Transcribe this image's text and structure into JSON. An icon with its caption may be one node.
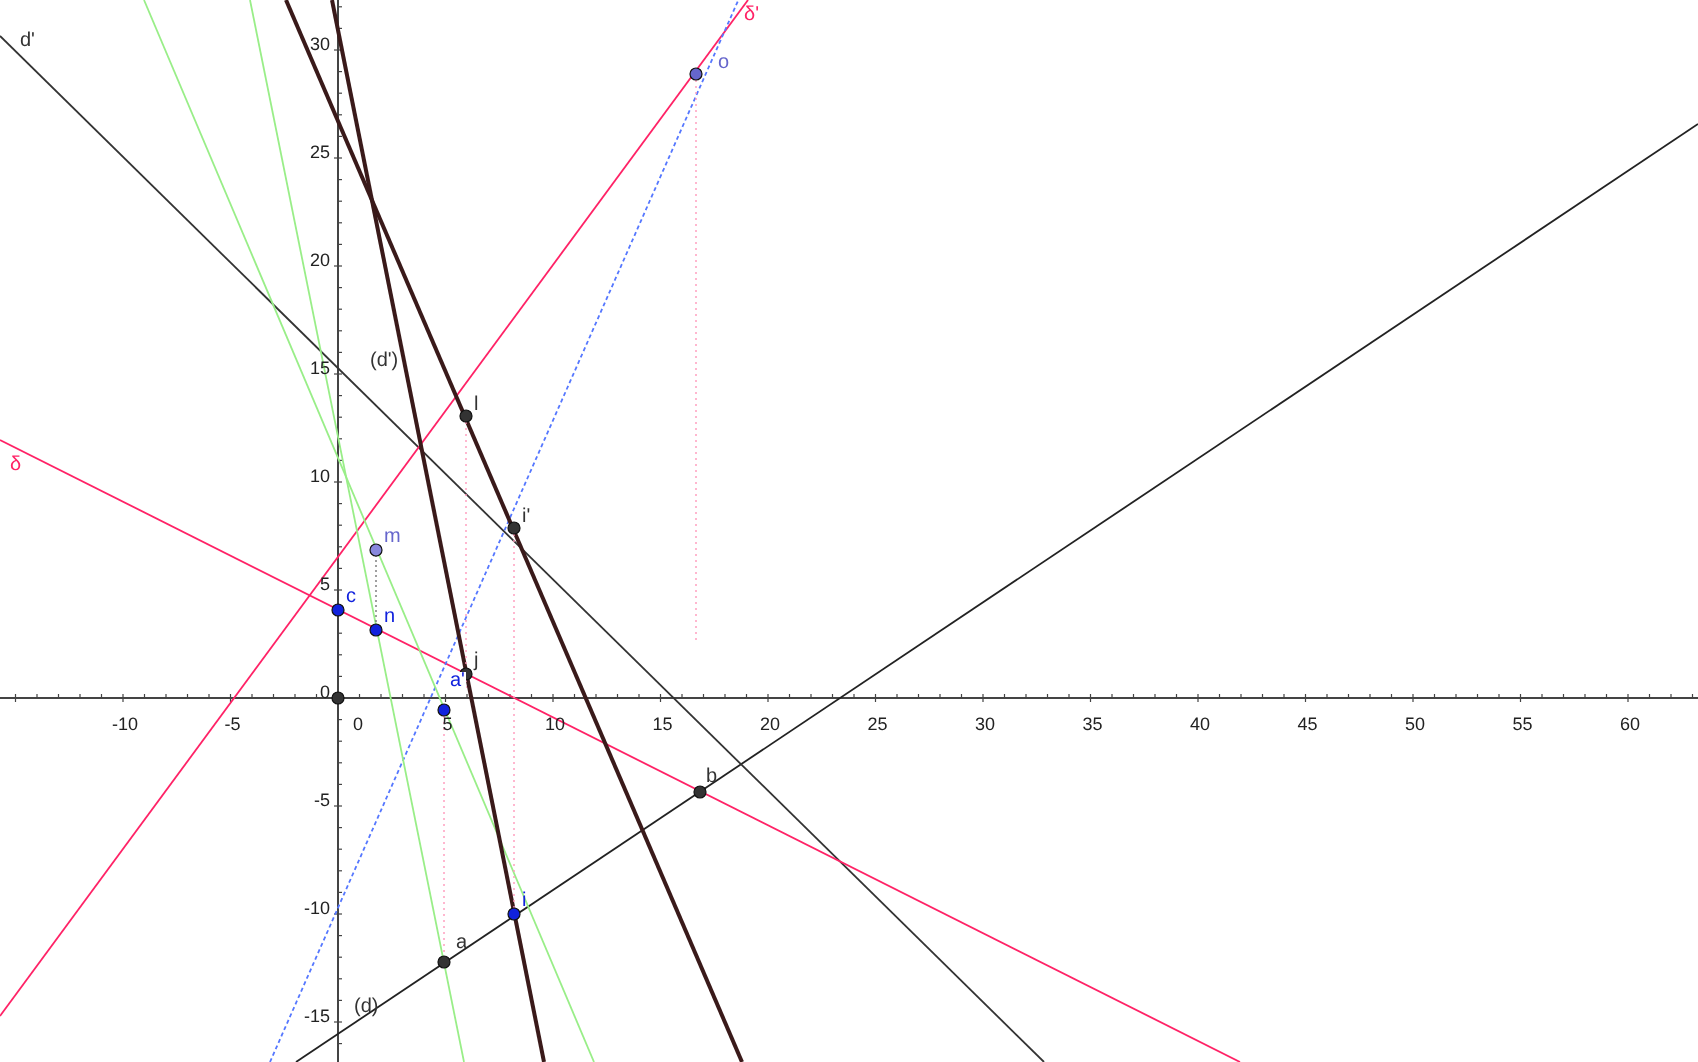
{
  "diagram": {
    "labels": [
      "d'",
      "δ'",
      "o",
      "(d')",
      "l",
      "m",
      "i'",
      "δ",
      "c",
      "n",
      "j",
      "a'",
      "b",
      "i",
      "a",
      "(d)",
      "30",
      "25",
      "20",
      "15",
      "10",
      "5",
      "0",
      "-5",
      "-10",
      "-15",
      "-10",
      "-5",
      "0",
      "5",
      "10",
      "15",
      "20",
      "25",
      "30",
      "35",
      "40",
      "45",
      "50",
      "55",
      "60"
    ]
  }
}
